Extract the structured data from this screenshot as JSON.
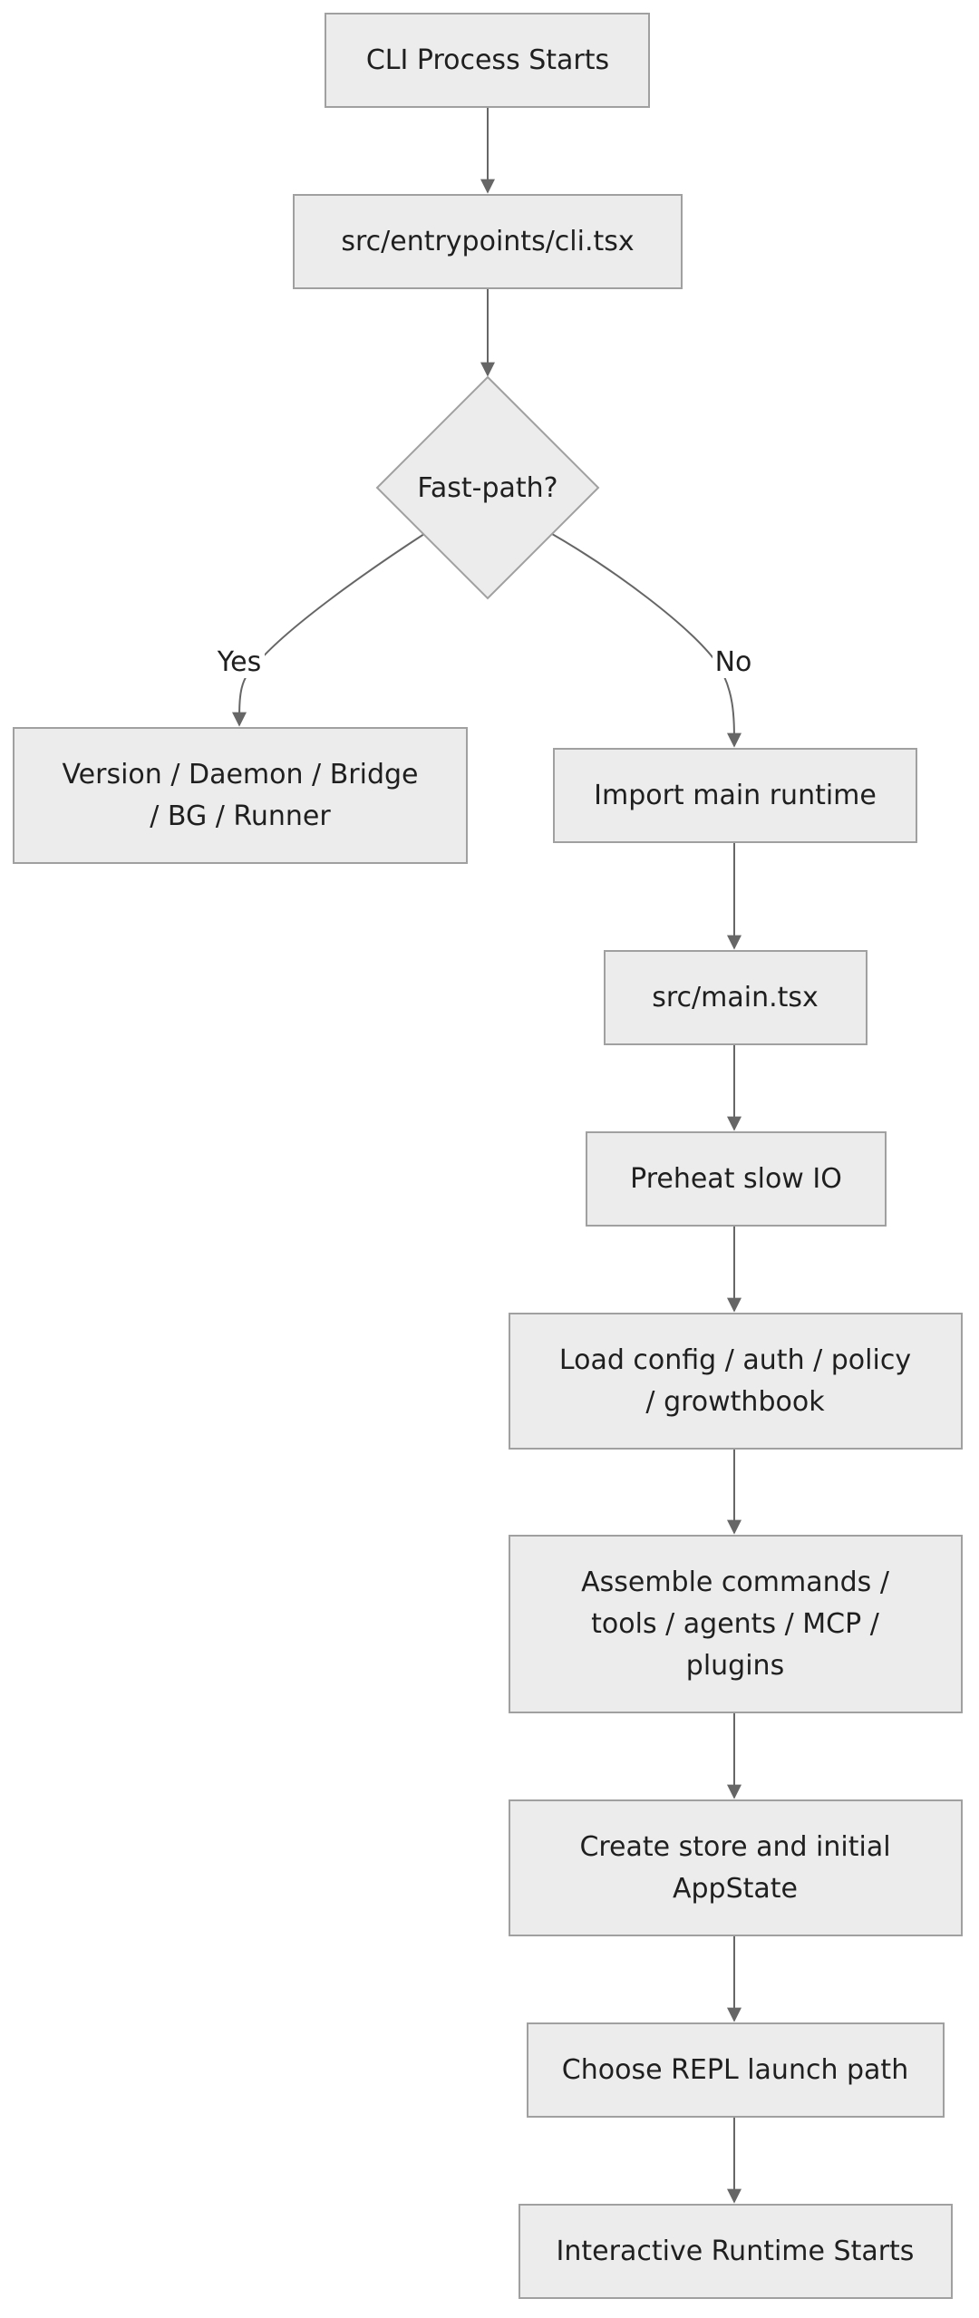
{
  "nodes": {
    "cli_start": {
      "lines": [
        "CLI Process Starts"
      ]
    },
    "cli_entry": {
      "lines": [
        "src/entrypoints/cli.tsx"
      ]
    },
    "fast_path": {
      "lines": [
        "Fast-path?"
      ]
    },
    "version_daemon": {
      "lines": [
        "Version / Daemon / Bridge",
        "/ BG / Runner"
      ]
    },
    "import_runtime": {
      "lines": [
        "Import main runtime"
      ]
    },
    "main_tsx": {
      "lines": [
        "src/main.tsx"
      ]
    },
    "preheat_io": {
      "lines": [
        "Preheat slow IO"
      ]
    },
    "load_config": {
      "lines": [
        "Load config / auth / policy",
        "/ growthbook"
      ]
    },
    "assemble_commands": {
      "lines": [
        "Assemble commands /",
        "tools / agents / MCP /",
        "plugins"
      ]
    },
    "create_store": {
      "lines": [
        "Create store and initial",
        "AppState"
      ]
    },
    "choose_repl": {
      "lines": [
        "Choose REPL launch path"
      ]
    },
    "runtime_starts": {
      "lines": [
        "Interactive Runtime Starts"
      ]
    }
  },
  "edges": {
    "yes_label": "Yes",
    "no_label": "No"
  },
  "colors": {
    "node_fill": "#ececec",
    "node_stroke": "#a0a0a0",
    "edge": "#666666",
    "text": "#1f1f1f"
  }
}
